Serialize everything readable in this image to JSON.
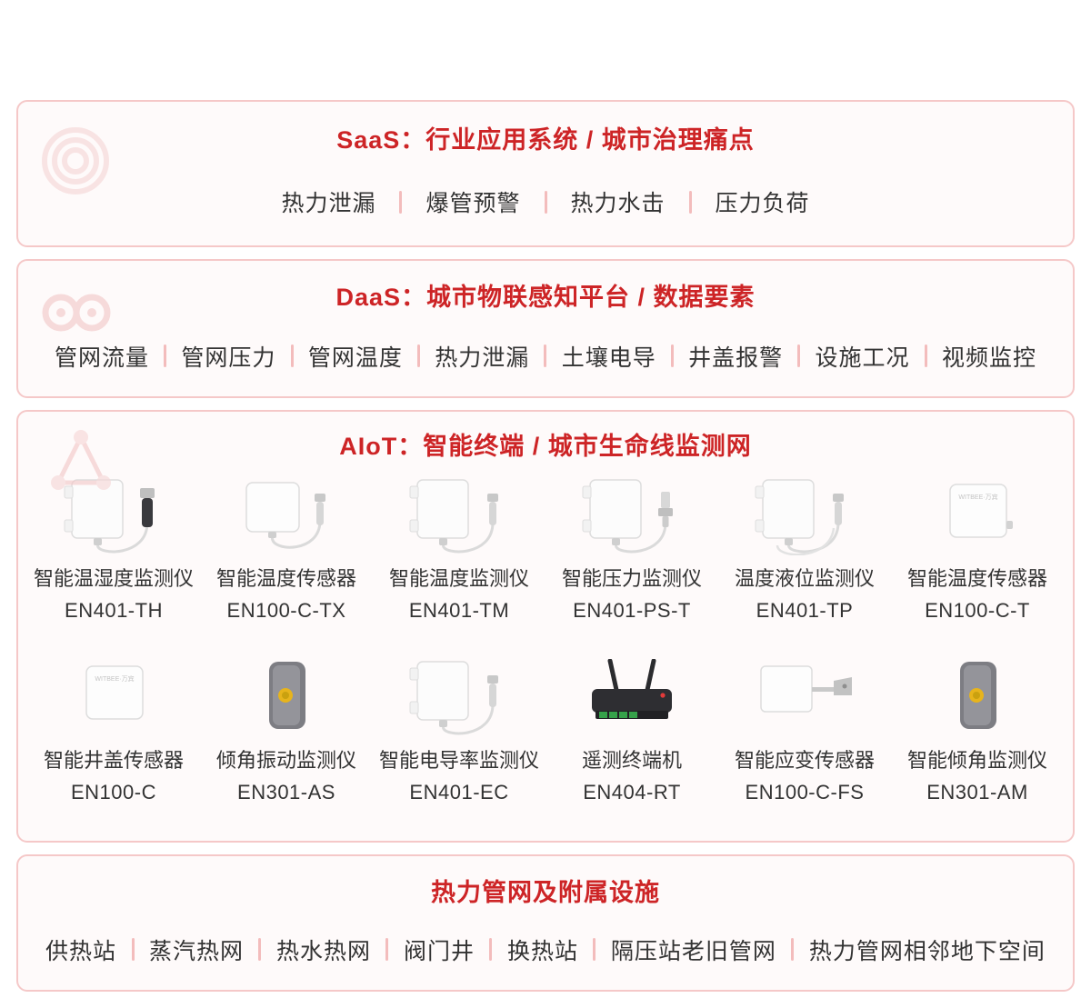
{
  "colors": {
    "accent_red": "#cd2426",
    "panel_border": "#f5c8c8",
    "panel_bg": "#fefafa",
    "separator": "#f3bcbc",
    "body_text": "#333333"
  },
  "saas": {
    "title": "SaaS：行业应用系统 / 城市治理痛点",
    "items": [
      "热力泄漏",
      "爆管预警",
      "热力水击",
      "压力负荷"
    ]
  },
  "daas": {
    "title": "DaaS：城市物联感知平台 / 数据要素",
    "items": [
      "管网流量",
      "管网压力",
      "管网温度",
      "热力泄漏",
      "土壤电导",
      "井盖报警",
      "设施工况",
      "视频监控"
    ]
  },
  "aiot": {
    "title": "AIoT：智能终端 / 城市生命线监测网",
    "brand": "WITBEE·万宾",
    "products": [
      {
        "name": "智能温湿度监测仪",
        "model": "EN401-TH"
      },
      {
        "name": "智能温度传感器",
        "model": "EN100-C-TX"
      },
      {
        "name": "智能温度监测仪",
        "model": "EN401-TM"
      },
      {
        "name": "智能压力监测仪",
        "model": "EN401-PS-T"
      },
      {
        "name": "温度液位监测仪",
        "model": "EN401-TP"
      },
      {
        "name": "智能温度传感器",
        "model": "EN100-C-T"
      },
      {
        "name": "智能井盖传感器",
        "model": "EN100-C"
      },
      {
        "name": "倾角振动监测仪",
        "model": "EN301-AS"
      },
      {
        "name": "智能电导率监测仪",
        "model": "EN401-EC"
      },
      {
        "name": "遥测终端机",
        "model": "EN404-RT"
      },
      {
        "name": "智能应变传感器",
        "model": "EN100-C-FS"
      },
      {
        "name": "智能倾角监测仪",
        "model": "EN301-AM"
      }
    ]
  },
  "pipeline": {
    "title": "热力管网及附属设施",
    "items": [
      "供热站",
      "蒸汽热网",
      "热水热网",
      "阀门井",
      "换热站",
      "隔压站老旧管网",
      "热力管网相邻地下空间"
    ]
  }
}
